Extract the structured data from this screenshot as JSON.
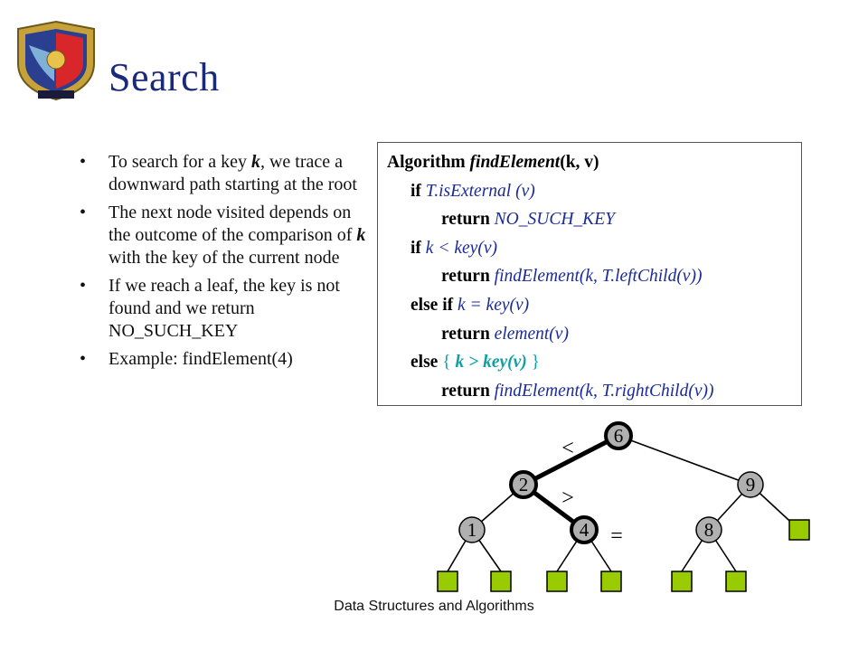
{
  "title": "Search",
  "bullets": [
    {
      "pre": "To search for a key ",
      "key": "k",
      "post": ", we trace a downward path starting at the root"
    },
    {
      "pre": "The next node visited depends on the outcome of the comparison of ",
      "key": "k",
      "post": " with the key of the current node"
    },
    {
      "pre": "If we reach a leaf, the key is not found and we return NO_SUCH_KEY",
      "key": "",
      "post": ""
    },
    {
      "pre": "Example: findElement(4)",
      "key": "",
      "post": ""
    }
  ],
  "bullet_symbol": "•",
  "algorithm": {
    "l1_kw": "Algorithm",
    "l1_name": "findElement",
    "l1_args": "(k, v)",
    "l2_kw": "if",
    "l2_expr": "T.isExternal",
    "l2_arg": "(v)",
    "l3_kw": "return",
    "l3_val": "NO_SUCH_KEY",
    "l4_kw": "if",
    "l4_expr": "k < key(v)",
    "l5_kw": "return",
    "l5_val": "findElement(k, T.leftChild(v))",
    "l6_kw": "else if",
    "l6_expr": "k = key(v)",
    "l7_kw": "return",
    "l7_val": "element(v)",
    "l8_kw": "else",
    "l8_open": "{",
    "l8_expr": "k > key(v)",
    "l8_close": "}",
    "l9_kw": "return",
    "l9_val": "findElement(k, T.rightChild(v))"
  },
  "tree": {
    "nodes": {
      "root": "6",
      "left": "2",
      "right": "9",
      "ll": "1",
      "lr": "4",
      "rl": "8"
    },
    "symbols": {
      "less": "<",
      "greater": ">",
      "equal": "="
    },
    "leaf_color": "#99cc00",
    "path_color": "#000000"
  },
  "footer": "Data Structures and Algorithms"
}
